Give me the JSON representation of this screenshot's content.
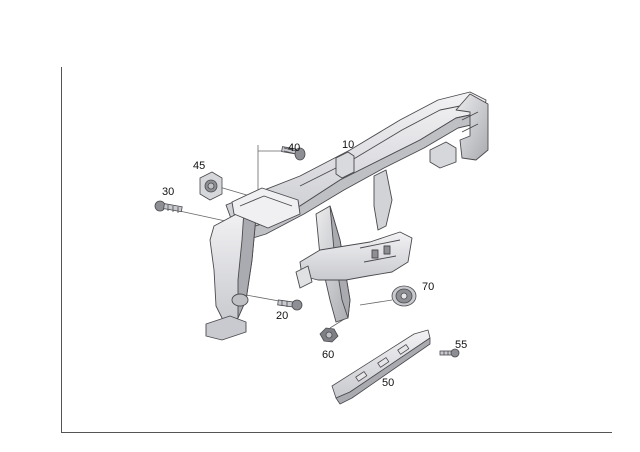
{
  "diagram": {
    "callouts": {
      "c10": "10",
      "c20": "20",
      "c30": "30",
      "c40": "40",
      "c45": "45",
      "c50": "50",
      "c55": "55",
      "c60": "60",
      "c70": "70"
    },
    "colors": {
      "part_fill": "#e6e6e8",
      "part_shadow": "#bfc0c4",
      "part_dark": "#8d8f94",
      "outline": "#4a4a4e",
      "leader": "#666666"
    }
  }
}
